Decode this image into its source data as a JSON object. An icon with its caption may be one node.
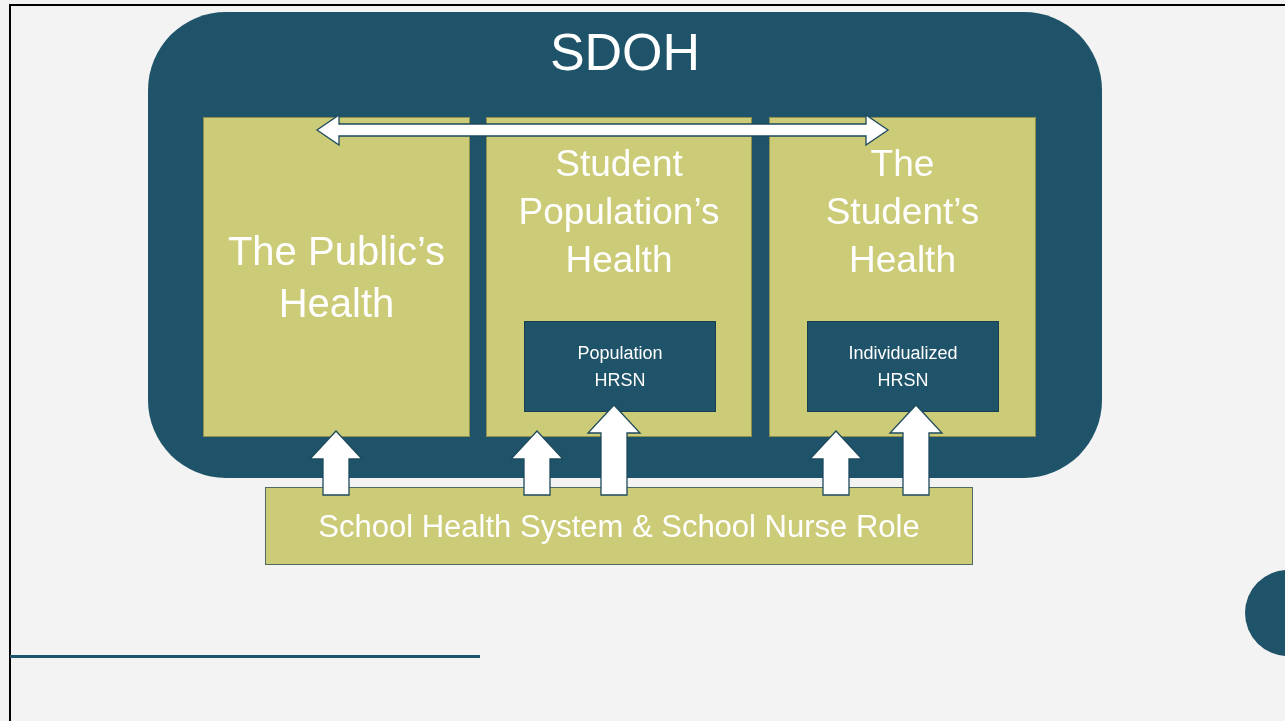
{
  "diagram": {
    "nodes": [
      {
        "text": [
          "SDOH"
        ]
      },
      {
        "text": [
          "The Public’s Health"
        ],
        "in": 0
      },
      {
        "text": [
          "Student Population’s Health"
        ],
        "in": 0
      },
      {
        "text": [
          "Population HRSN"
        ],
        "in": 2
      },
      {
        "text": [
          "The Student’s Health"
        ],
        "in": 0
      },
      {
        "text": [
          "Individualized HRSN"
        ],
        "in": 4
      },
      {
        "text": [
          "School Health System & School Nurse Role"
        ]
      }
    ],
    "edges": [
      {
        "from": 1,
        "to": 4,
        "arrow": "both"
      },
      {
        "from": 6,
        "to": 1,
        "arrow": "to"
      },
      {
        "from": 6,
        "to": 2,
        "arrow": "to"
      },
      {
        "from": 6,
        "to": 3,
        "arrow": "to"
      },
      {
        "from": 6,
        "to": 4,
        "arrow": "to"
      },
      {
        "from": 6,
        "to": 5,
        "arrow": "to"
      }
    ]
  }
}
